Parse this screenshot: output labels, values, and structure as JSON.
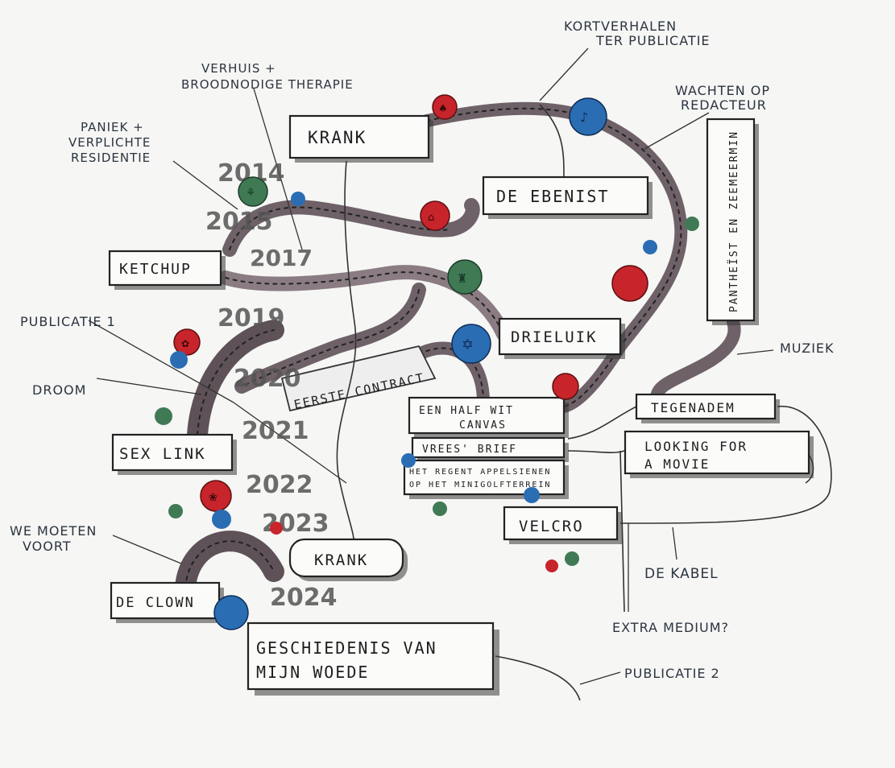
{
  "boxes": {
    "krank_top": "KRANK",
    "de_ebenist": "DE EBENIST",
    "ketchup": "KETCHUP",
    "drieluik": "DRIELUIK",
    "sex_link": "SEX LINK",
    "eerste_contract": "EERSTE CONTRACT",
    "een_half_wit_canvas_1": "EEN HALF WIT",
    "een_half_wit_canvas_2": "CANVAS",
    "vrees_brief": "VREES' BRIEF",
    "het_regent_1": "HET REGENT APPELSIENEN",
    "het_regent_2": "OP HET MINIGOLFTERREIN",
    "velcro": "VELCRO",
    "tegenadem": "TEGENADEM",
    "looking_1": "LOOKING FOR",
    "looking_2": "A MOVIE",
    "krank_bottom": "KRANK",
    "de_clown": "DE CLOWN",
    "geschiedenis_1": "GESCHIEDENIS VAN",
    "geschiedenis_2": "MIJN WOEDE",
    "pantheist": "PANTHEÏST EN ZEEMEERMIN"
  },
  "annotations": {
    "kortverhalen_1": "KORTVERHALEN",
    "kortverhalen_2": "TER PUBLICATIE",
    "verhuis_1": "VERHUIS +",
    "verhuis_2": "BROODNODIGE THERAPIE",
    "paniek_1": "PANIEK +",
    "paniek_2": "VERPLICHTE",
    "paniek_3": "RESIDENTIE",
    "wachten_1": "WACHTEN OP",
    "wachten_2": "REDACTEUR",
    "publicatie_1": "PUBLICATIE 1",
    "droom": "DROOM",
    "muziek": "MUZIEK",
    "we_moeten_1": "WE MOETEN",
    "we_moeten_2": "VOORT",
    "de_kabel": "DE KABEL",
    "extra_medium": "EXTRA MEDIUM?",
    "publicatie_2": "PUBLICATIE 2"
  },
  "years": {
    "y2014": "2014",
    "y2015": "2015",
    "y2017": "2017",
    "y2019": "2019",
    "y2020": "2020",
    "y2021": "2021",
    "y2022": "2022",
    "y2023": "2023",
    "y2024": "2024"
  },
  "colors": {
    "red": "#c8242b",
    "blue": "#2a6db3",
    "green": "#3f7a55",
    "ribbon": "#6e6168",
    "ribbon_light": "#a8999f"
  },
  "icons": {
    "dot_icon": "colored-circle-with-sketched-symbol"
  }
}
